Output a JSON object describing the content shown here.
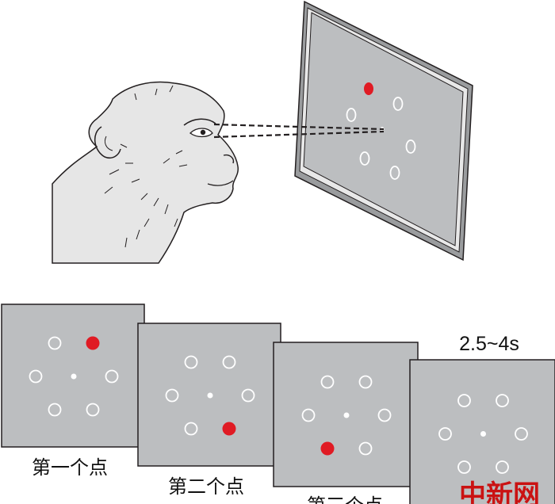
{
  "colors": {
    "screen": "#bcbec0",
    "frame": "#9a9c9e",
    "panel_border": "#231f20",
    "target": "#e01b24",
    "ring": "#ffffff",
    "monkey_fill": "#e6e6e6",
    "watermark": "#cc0000"
  },
  "panels": [
    {
      "caption": "第一个点",
      "target_index": 1
    },
    {
      "caption": "第二个点",
      "target_index": 5
    },
    {
      "caption": "第三个点",
      "target_index": 4
    },
    {
      "caption": "",
      "target_index": null
    }
  ],
  "duration_label": "2.5~4s",
  "watermark_text": "中新网",
  "icons": {
    "monkey": "monkey-head-icon",
    "monitor": "monitor-screen-icon",
    "gaze": "gaze-line-icon"
  }
}
